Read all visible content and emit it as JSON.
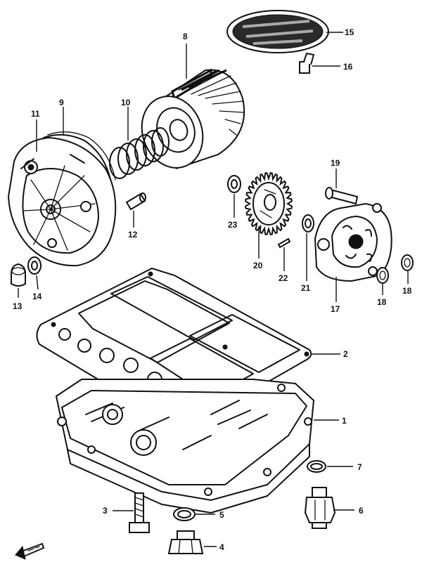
{
  "diagram": {
    "callouts": {
      "p1": "1",
      "p2": "2",
      "p3": "3",
      "p4": "4",
      "p5": "5",
      "p6": "6",
      "p7": "7",
      "p8": "8",
      "p9": "9",
      "p10": "10",
      "p11": "11",
      "p12": "12",
      "p13": "13",
      "p14": "14",
      "p15": "15",
      "p16": "16",
      "p17": "17",
      "p18a": "18",
      "p18b": "18",
      "p19": "19",
      "p20": "20",
      "p21": "21",
      "p22": "22",
      "p23": "23"
    }
  }
}
